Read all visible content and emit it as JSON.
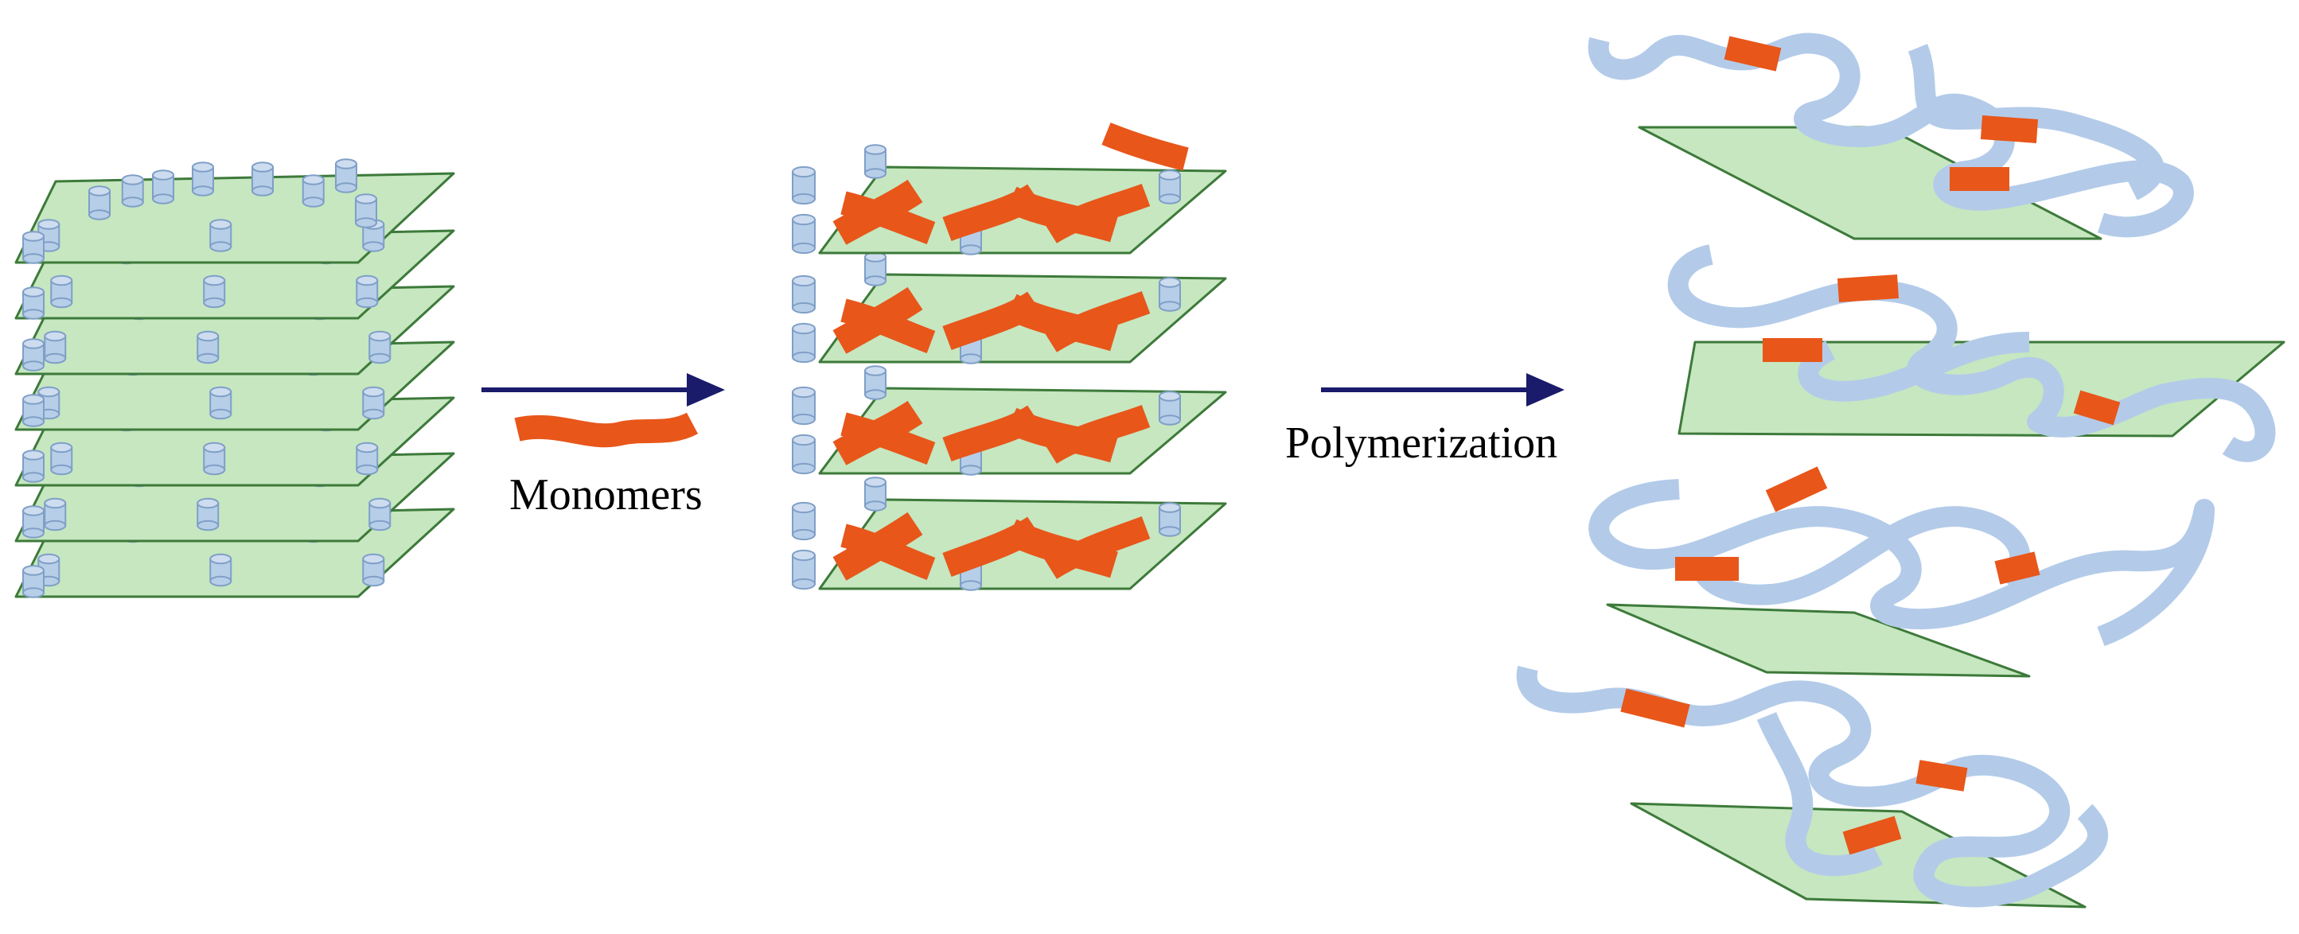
{
  "labels": {
    "monomers": "Monomers",
    "polymerization": "Polymerization"
  },
  "colors": {
    "sheet_fill": "#c6e7c0",
    "sheet_edge": "#3d7a3a",
    "intercalant_fill": "#b7cee8",
    "intercalant_edge": "#7f9fc7",
    "monomer": "#e8561a",
    "polymer": "#b3cbe9",
    "arrow": "#1b1b6b"
  },
  "icons": [
    "layered-clay-stack",
    "monomer-strip",
    "reaction-arrow",
    "polymer-chain"
  ]
}
